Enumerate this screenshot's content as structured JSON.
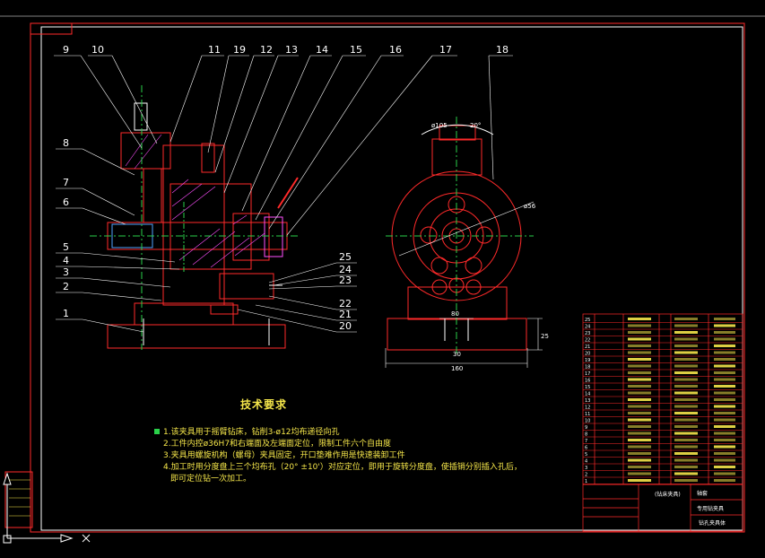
{
  "drawing": {
    "balloons_left": [
      "9",
      "10",
      "11",
      "19",
      "12",
      "13",
      "14",
      "15",
      "16",
      "17",
      "18"
    ],
    "balloons_side": [
      "8",
      "7",
      "6",
      "5",
      "4",
      "3",
      "2",
      "1"
    ],
    "balloons_right": [
      "25",
      "24",
      "23",
      "22",
      "21",
      "20"
    ],
    "dims": {
      "top_a": "ø105",
      "top_b": "20°",
      "radius": "ø56",
      "base_w": "160",
      "base_h": "25",
      "center_w": "80",
      "slot": "30"
    }
  },
  "notes": {
    "title": "技术要求",
    "lines": [
      "1.该夹具用于摇臂钻床，钻削3-ø12均布递径向孔",
      "2.工件内控ø36H7和右端面及左端面定位，限制工件六个自由度",
      "3.夹具用螺旋机构（螺母）夹具固定，开口垫难作用是快速装卸工件",
      "4.加工时用分度盘上三个均布孔（20° ±10'）对应定位，即用于旋转分度盘，使插销分别插入孔后，",
      "即可定位钻一次加工。"
    ]
  },
  "title_block": {
    "row_numbers": [
      "25",
      "24",
      "23",
      "22",
      "21",
      "20",
      "19",
      "18",
      "17",
      "16",
      "15",
      "14",
      "13",
      "12",
      "11",
      "10",
      "9",
      "8",
      "7",
      "6",
      "5",
      "4",
      "3",
      "2",
      "1"
    ],
    "title_cell": "(钻床夹具)",
    "school_cell": "轴套",
    "drawing_cell": "钻孔夹具体",
    "name_cell": "专用钻夹具"
  },
  "colors": {
    "frame": "#ffffff",
    "part": "#ff2a2a",
    "leader": "#ffffff",
    "center": "#2ad14a",
    "hatch": "#ff4fff",
    "dim": "#ffffff"
  }
}
